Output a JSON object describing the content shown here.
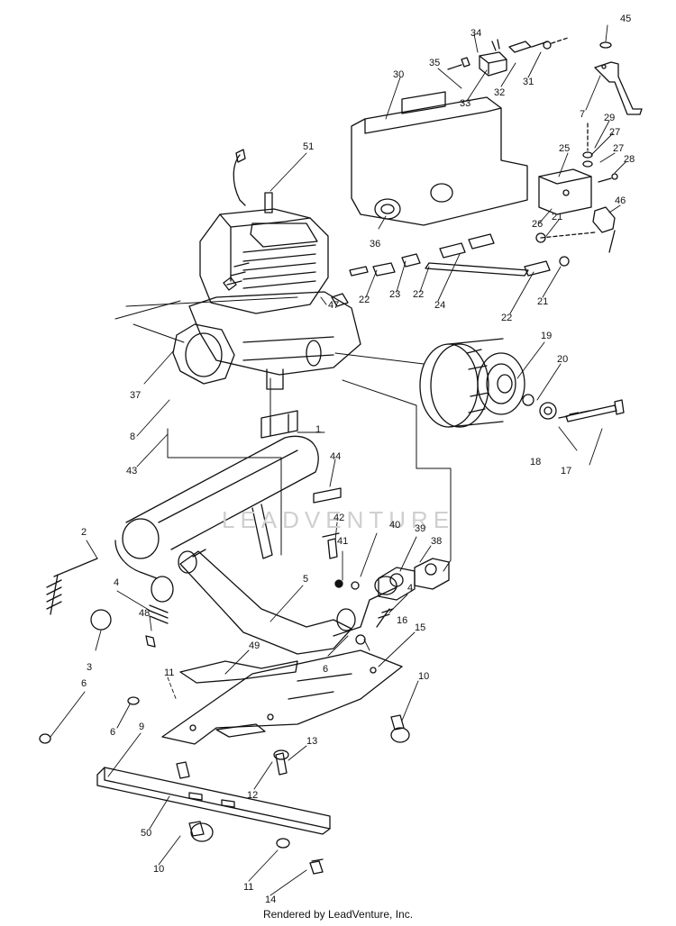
{
  "watermark": "LEADVENTURE",
  "credit": "Rendered by LeadVenture, Inc.",
  "callouts": [
    {
      "id": "c45",
      "text": "45"
    },
    {
      "id": "c34",
      "text": "34"
    },
    {
      "id": "c35",
      "text": "35"
    },
    {
      "id": "c31",
      "text": "31"
    },
    {
      "id": "c32",
      "text": "32"
    },
    {
      "id": "c33",
      "text": "33"
    },
    {
      "id": "c30",
      "text": "30"
    },
    {
      "id": "c7",
      "text": "7"
    },
    {
      "id": "c29",
      "text": "29"
    },
    {
      "id": "c27a",
      "text": "27"
    },
    {
      "id": "c27b",
      "text": "27"
    },
    {
      "id": "c28",
      "text": "28"
    },
    {
      "id": "c25",
      "text": "25"
    },
    {
      "id": "c51",
      "text": "51"
    },
    {
      "id": "c46",
      "text": "46"
    },
    {
      "id": "c21a",
      "text": "21"
    },
    {
      "id": "c26",
      "text": "26"
    },
    {
      "id": "c36",
      "text": "36"
    },
    {
      "id": "c22a",
      "text": "22"
    },
    {
      "id": "c23",
      "text": "23"
    },
    {
      "id": "c22b",
      "text": "22"
    },
    {
      "id": "c24",
      "text": "24"
    },
    {
      "id": "c21b",
      "text": "21"
    },
    {
      "id": "c22c",
      "text": "22"
    },
    {
      "id": "c47",
      "text": "47"
    },
    {
      "id": "c19",
      "text": "19"
    },
    {
      "id": "c20",
      "text": "20"
    },
    {
      "id": "c37",
      "text": "37"
    },
    {
      "id": "c8",
      "text": "8"
    },
    {
      "id": "c43",
      "text": "43"
    },
    {
      "id": "c18",
      "text": "18"
    },
    {
      "id": "c17",
      "text": "17"
    },
    {
      "id": "c1",
      "text": "1"
    },
    {
      "id": "c44",
      "text": "44"
    },
    {
      "id": "c42",
      "text": "42"
    },
    {
      "id": "c40",
      "text": "40"
    },
    {
      "id": "c39",
      "text": "39"
    },
    {
      "id": "c41",
      "text": "41"
    },
    {
      "id": "c38",
      "text": "38"
    },
    {
      "id": "c2",
      "text": "2"
    },
    {
      "id": "c5",
      "text": "5"
    },
    {
      "id": "c4a",
      "text": "4"
    },
    {
      "id": "c4b",
      "text": "4"
    },
    {
      "id": "c48",
      "text": "48"
    },
    {
      "id": "c16",
      "text": "16"
    },
    {
      "id": "c15",
      "text": "15"
    },
    {
      "id": "c3",
      "text": "3"
    },
    {
      "id": "c49",
      "text": "49"
    },
    {
      "id": "c6a",
      "text": "6"
    },
    {
      "id": "c10a",
      "text": "10"
    },
    {
      "id": "c6b",
      "text": "6"
    },
    {
      "id": "c11a",
      "text": "11"
    },
    {
      "id": "c6c",
      "text": "6"
    },
    {
      "id": "c9",
      "text": "9"
    },
    {
      "id": "c13",
      "text": "13"
    },
    {
      "id": "c12",
      "text": "12"
    },
    {
      "id": "c50",
      "text": "50"
    },
    {
      "id": "c10b",
      "text": "10"
    },
    {
      "id": "c11b",
      "text": "11"
    },
    {
      "id": "c14",
      "text": "14"
    }
  ]
}
